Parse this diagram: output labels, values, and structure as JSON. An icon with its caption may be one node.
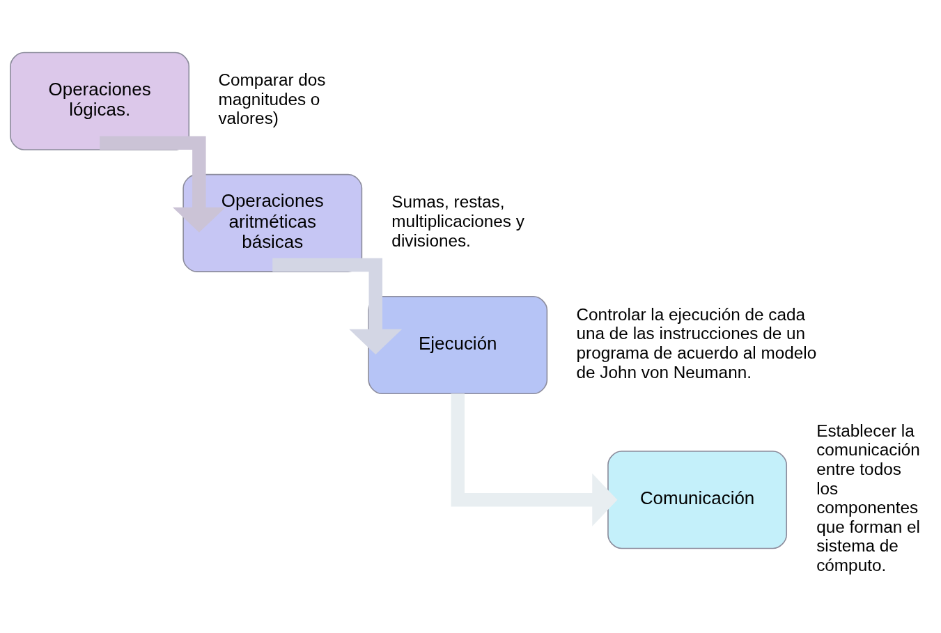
{
  "diagram": {
    "nodes": [
      {
        "text": [
          "Operaciones lógicas."
        ],
        "beside": [
          "Comparar dos magnitudes o valores)"
        ]
      },
      {
        "text": [
          "Operaciones aritméticas básicas"
        ],
        "beside": [
          "Sumas, restas, multiplicaciones y divisiones."
        ]
      },
      {
        "text": [
          "Ejecución"
        ],
        "beside": [
          "Controlar la ejecución de cada una de las instrucciones de un programa de acuerdo al modelo de John von Neumann."
        ]
      },
      {
        "text": [
          "Comunicación"
        ],
        "beside": [
          "Establecer la comunicación entre todos los componentes que forman el sistema de cómputo."
        ]
      }
    ],
    "edges": [
      {
        "from": 0,
        "to": 1,
        "arrow": "to",
        "color": "#cbc3d6"
      },
      {
        "from": 1,
        "to": 2,
        "arrow": "to",
        "color": "#d3d6e4"
      },
      {
        "from": 2,
        "to": 3,
        "arrow": "to",
        "color": "#e8eef1"
      }
    ]
  }
}
